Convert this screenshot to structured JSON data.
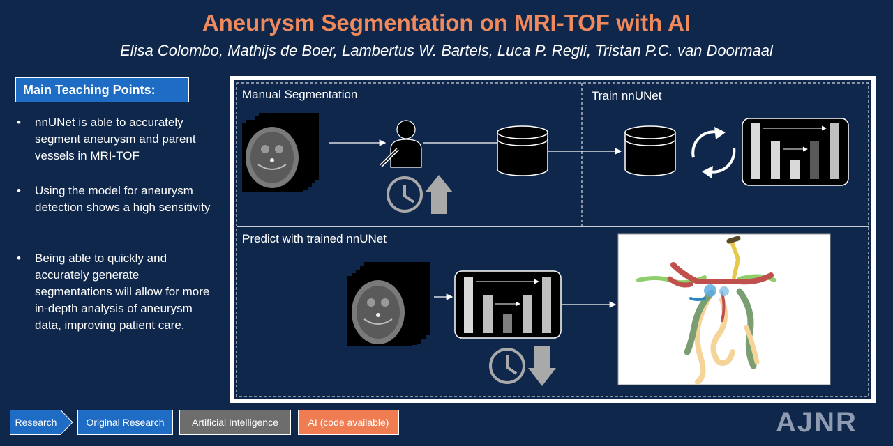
{
  "title": "Aneurysm Segmentation on MRI-TOF with AI",
  "authors": "Elisa Colombo, Mathijs de Boer, Lambertus W. Bartels, Luca P. Regli, Tristan P.C. van Doormaal",
  "teaching": {
    "heading": "Main Teaching Points:",
    "bullets": [
      "nnUNet is able to accurately segment aneurysm and parent vessels in MRI-TOF",
      "Using the model for aneurysm detection shows a high sensitivity",
      "Being able to quickly and accurately generate segmentations will allow for more in-depth analysis of aneurysm data, improving patient care."
    ]
  },
  "sections": {
    "manual": "Manual Segmentation",
    "train": "Train nnUNet",
    "predict": "Predict with trained nnUNet"
  },
  "tags": [
    "Research",
    "Original Research",
    "Artificial Intelligence",
    "AI (code available)"
  ],
  "logo": "AJNR",
  "colors": {
    "background": "#10274c",
    "title": "#f08a5d",
    "accent_blue": "#1f6cc4",
    "tag_gray": "#6d6d6d",
    "tag_orange": "#f07d52"
  }
}
